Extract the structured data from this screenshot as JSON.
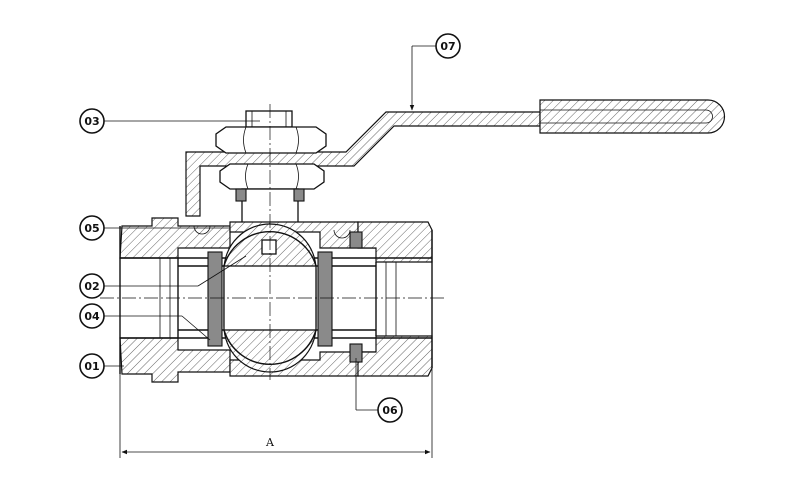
{
  "callouts": {
    "c01": "01",
    "c02": "02",
    "c03": "03",
    "c04": "04",
    "c05": "05",
    "c06": "06",
    "c07": "07"
  },
  "dimension": {
    "overall_label": "A"
  }
}
